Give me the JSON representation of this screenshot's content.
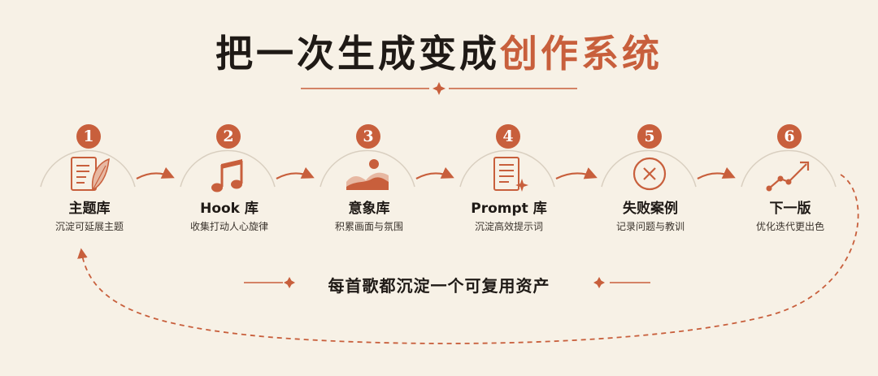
{
  "header": {
    "title_main": "把一次生成变成",
    "title_accent": "创作系统"
  },
  "steps": [
    {
      "number": "1",
      "label": "主题库",
      "desc": "沉淀可延展主题",
      "icon": "notes-feather-icon"
    },
    {
      "number": "2",
      "label": "Hook 库",
      "desc": "收集打动人心旋律",
      "icon": "music-note-icon"
    },
    {
      "number": "3",
      "label": "意象库",
      "desc": "积累画面与氛围",
      "icon": "landscape-image-icon"
    },
    {
      "number": "4",
      "label": "Prompt 库",
      "desc": "沉淀高效提示词",
      "icon": "document-sparkle-icon"
    },
    {
      "number": "5",
      "label": "失败案例",
      "desc": "记录问题与教训",
      "icon": "x-circle-icon"
    },
    {
      "number": "6",
      "label": "下一版",
      "desc": "优化迭代更出色",
      "icon": "trend-up-icon"
    }
  ],
  "footer": {
    "tagline": "每首歌都沉淀一个可复用资产"
  },
  "colors": {
    "background": "#f7f1e6",
    "accent": "#c85f3c",
    "text": "#1f1a16",
    "arc": "#d9cfc0"
  }
}
